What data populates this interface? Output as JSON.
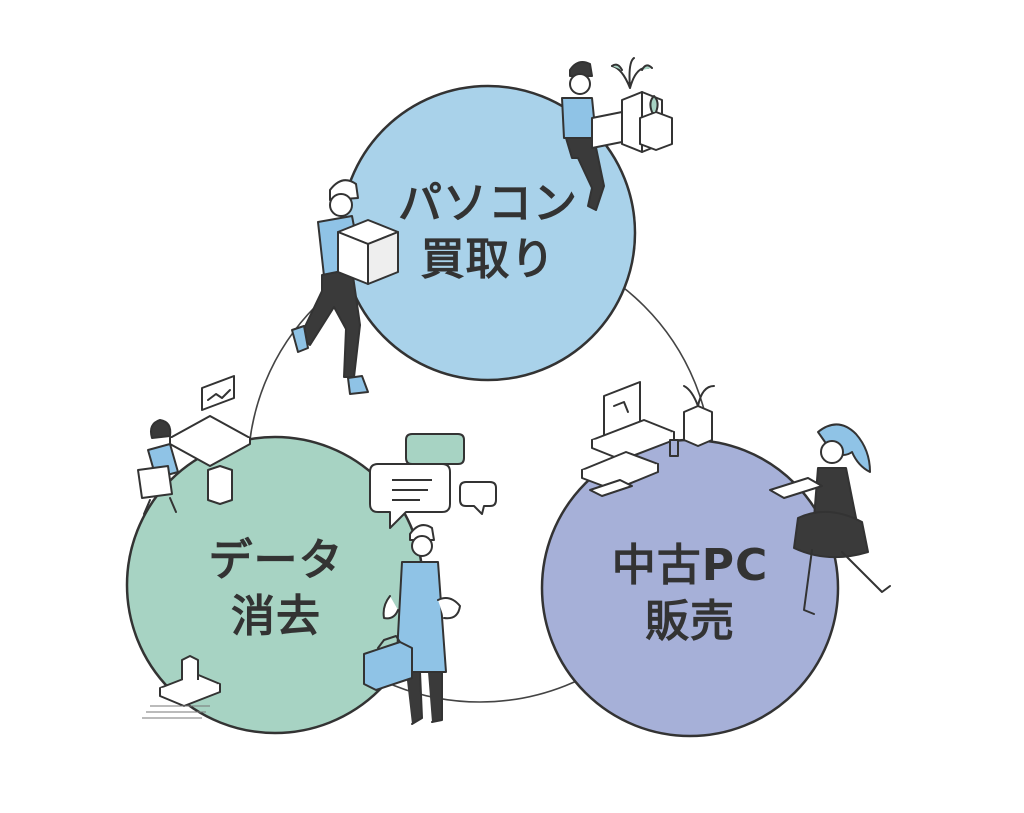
{
  "cycle": {
    "nodes": [
      {
        "id": "buy",
        "lines": [
          "パソコン",
          "買取り"
        ],
        "color": "#a9d2ea"
      },
      {
        "id": "erase",
        "lines": [
          "データ",
          "消去"
        ],
        "color": "#a7d3c3"
      },
      {
        "id": "sell",
        "lines": [
          "中古PC",
          "販売"
        ],
        "color": "#a6b0d8"
      }
    ],
    "outline_color": "#333333",
    "figures": [
      {
        "icon": "worker-carrying-box-icon"
      },
      {
        "icon": "person-on-laptop-with-plants-icon"
      },
      {
        "icon": "desk-workstation-icon"
      },
      {
        "icon": "speech-bubbles-icon"
      },
      {
        "icon": "technician-with-toolbox-icon"
      },
      {
        "icon": "server-pedestal-icon"
      },
      {
        "icon": "pc-sales-desk-icon"
      },
      {
        "icon": "woman-holding-laptop-icon"
      }
    ]
  }
}
